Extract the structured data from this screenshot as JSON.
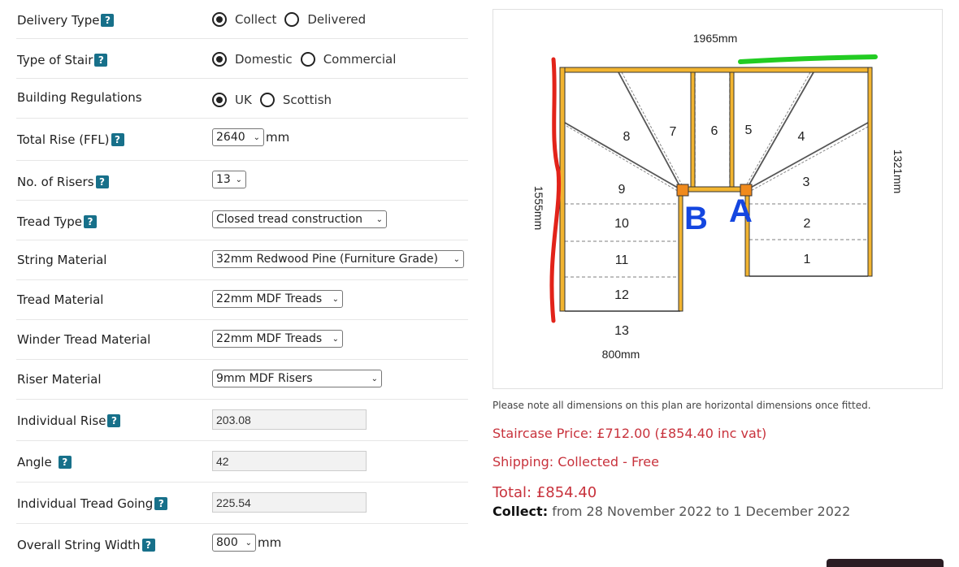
{
  "fields": {
    "delivery_type": {
      "label": "Delivery Type",
      "options": [
        "Collect",
        "Delivered"
      ],
      "selected": "Collect"
    },
    "type_of_stair": {
      "label": "Type of Stair",
      "options": [
        "Domestic",
        "Commercial"
      ],
      "selected": "Domestic"
    },
    "building_regulations": {
      "label": "Building Regulations",
      "options": [
        "UK",
        "Scottish"
      ],
      "selected": "UK"
    },
    "total_rise": {
      "label": "Total Rise (FFL)",
      "value": "2640",
      "unit": "mm"
    },
    "no_of_risers": {
      "label": "No. of Risers",
      "value": "13"
    },
    "tread_type": {
      "label": "Tread Type",
      "value": "Closed tread construction"
    },
    "string_material": {
      "label": "String Material",
      "value": "32mm Redwood Pine (Furniture Grade)"
    },
    "tread_material": {
      "label": "Tread Material",
      "value": "22mm MDF Treads"
    },
    "winder_tread_material": {
      "label": "Winder Tread Material",
      "value": "22mm MDF Treads"
    },
    "riser_material": {
      "label": "Riser Material",
      "value": "9mm MDF Risers"
    },
    "individual_rise": {
      "label": "Individual Rise",
      "value": "203.08"
    },
    "angle": {
      "label": "Angle",
      "value": "42"
    },
    "individual_tread_going": {
      "label": "Individual Tread Going",
      "value": "225.54"
    },
    "overall_string_width": {
      "label": "Overall String Width",
      "value": "800",
      "unit": "mm"
    }
  },
  "help_glyph": "?",
  "plan": {
    "dim_top": "1965mm",
    "dim_right": "1321mm",
    "dim_left": "1555mm",
    "dim_bottom": "800mm",
    "steps": [
      "1",
      "2",
      "3",
      "4",
      "5",
      "6",
      "7",
      "8",
      "9",
      "10",
      "11",
      "12",
      "13"
    ],
    "marker_a": "A",
    "marker_b": "B",
    "colors": {
      "stringer": "#f2b430",
      "annotation_red": "#e2231a",
      "annotation_green": "#22cc22",
      "annotation_blue": "#1446e0",
      "post": "#f08a1c"
    }
  },
  "note": "Please note all dimensions on this plan are horizontal dimensions once fitted.",
  "staircase_price": "Staircase Price: £712.00 (£854.40 inc vat)",
  "shipping": "Shipping: Collected - Free",
  "total": "Total: £854.40",
  "collect_label": "Collect:",
  "collect_text": "from 28 November 2022 to 1 December 2022"
}
